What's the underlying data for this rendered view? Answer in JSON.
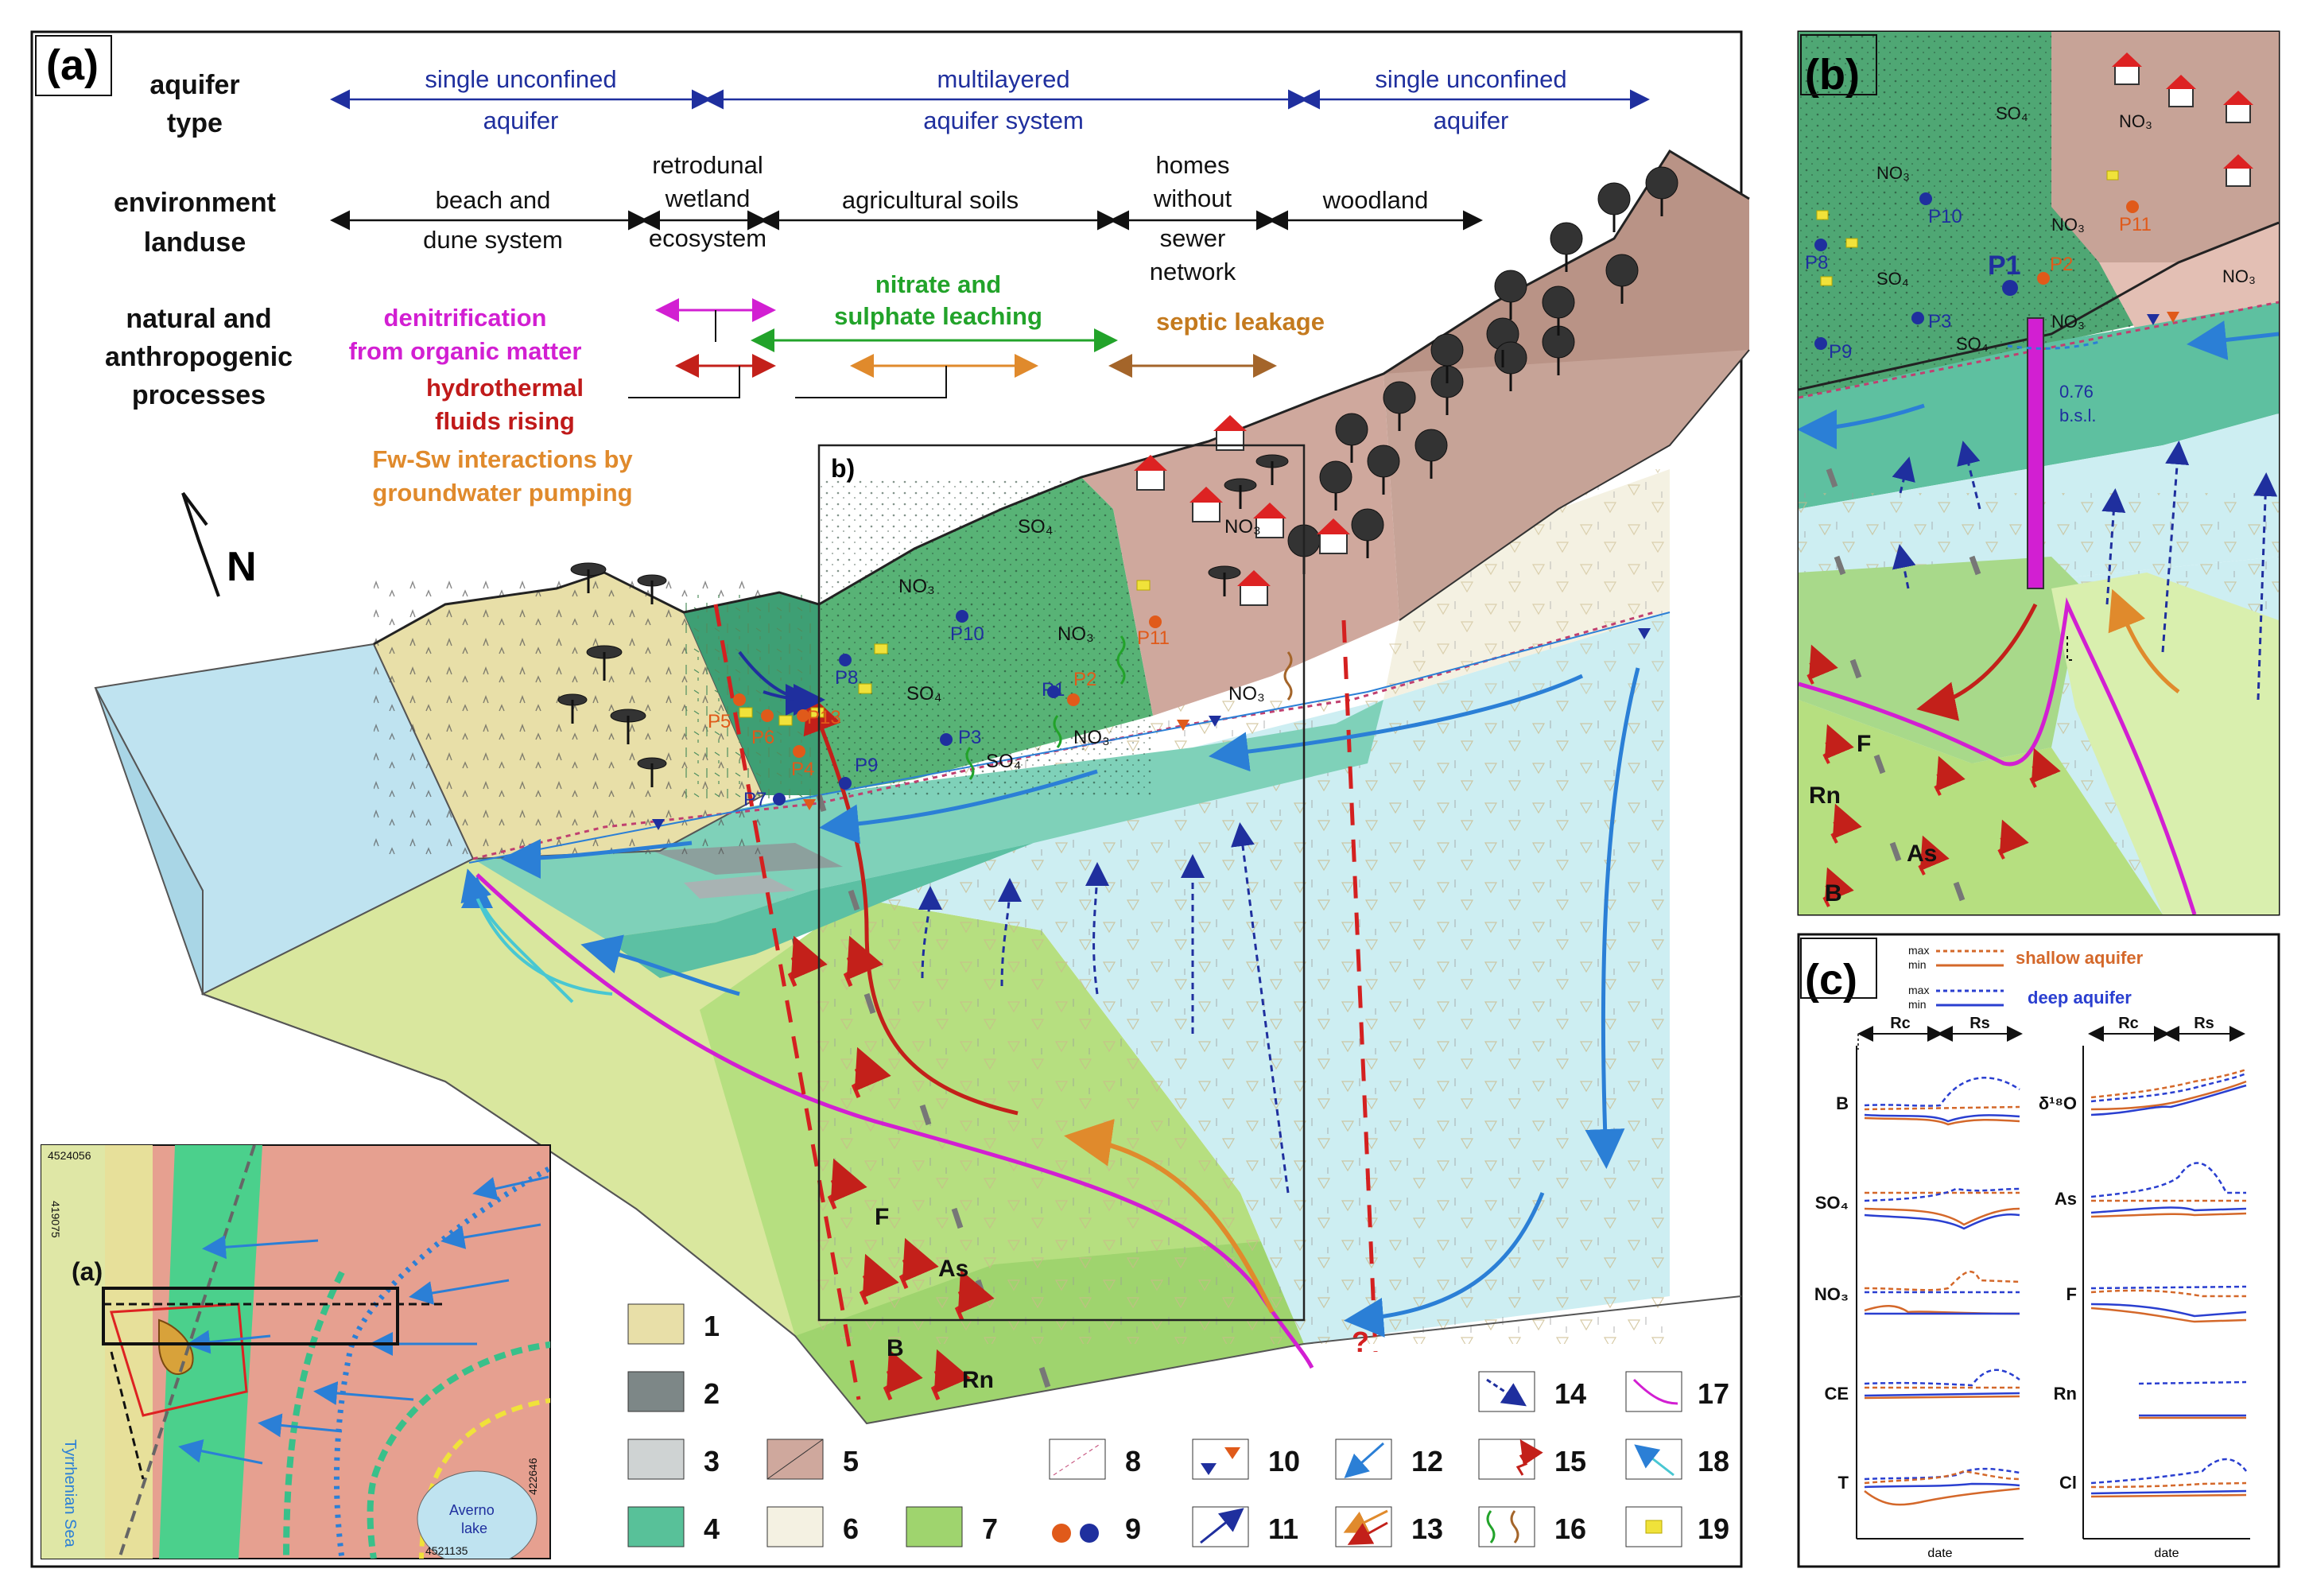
{
  "panel_a": {
    "label": "(a)",
    "rows": {
      "aquifer_type": {
        "line1": "aquifer",
        "line2": "type"
      },
      "environment": {
        "line1": "environment",
        "line2": "landuse"
      },
      "processes": {
        "line1": "natural and",
        "line2": "anthropogenic",
        "line3": "processes"
      }
    },
    "aquifer_segments": [
      {
        "line1": "single unconfined",
        "line2": "aquifer"
      },
      {
        "line1": "multilayered",
        "line2": "aquifer system"
      },
      {
        "line1": "single unconfined",
        "line2": "aquifer"
      }
    ],
    "environments": [
      {
        "line1": "beach and",
        "line2": "dune system"
      },
      {
        "line1": "retrodunal",
        "line2": "wetland",
        "line3": "ecosystem"
      },
      {
        "line1": "agricultural soils"
      },
      {
        "line1": "homes",
        "line2": "without",
        "line3": "sewer",
        "line4": "network"
      },
      {
        "line1": "woodland"
      }
    ],
    "processes": {
      "denitrification": {
        "line1": "denitrification",
        "line2": "from organic matter"
      },
      "hydrothermal": {
        "line1": "hydrothermal",
        "line2": "fluids rising"
      },
      "fwsw": {
        "line1": "Fw-Sw interactions by",
        "line2": "groundwater pumping"
      },
      "nitrate": {
        "line1": "nitrate and",
        "line2": "sulphate leaching"
      },
      "septic": "septic leakage"
    },
    "north": "N",
    "inset_box_label": "b)",
    "wells_blue": [
      "P1",
      "P3",
      "P7",
      "P8",
      "P9",
      "P10"
    ],
    "wells_red": [
      "P2",
      "P4",
      "P5",
      "P6",
      "P11",
      "P13"
    ],
    "chem_labels": {
      "no3": "NO₃",
      "so4": "SO₄"
    },
    "deep_labels": {
      "f": "F",
      "as": "As",
      "b": "B",
      "rn": "Rn"
    },
    "unknown_mark": "?"
  },
  "inset_map": {
    "label": "(a)",
    "sea": "Tyrrhenian Sea",
    "lake_line1": "Averno",
    "lake_line2": "lake",
    "coords": {
      "top": "4524056",
      "left": "419075",
      "bottom": "4521135",
      "right": "422646"
    }
  },
  "legend": {
    "items": [
      "1",
      "2",
      "3",
      "4",
      "5",
      "6",
      "7",
      "8",
      "9",
      "10",
      "11",
      "12",
      "13",
      "14",
      "15",
      "16",
      "17",
      "18",
      "19"
    ]
  },
  "panel_b": {
    "label": "(b)",
    "well_main": "P1",
    "well_p2": "P2",
    "wells": [
      "P3",
      "P8",
      "P9",
      "P10",
      "P11"
    ],
    "depth_line1": "0.76",
    "depth_line2": "b.s.l.",
    "deep_labels": {
      "f": "F",
      "rn": "Rn",
      "as": "As",
      "b": "B"
    }
  },
  "panel_c": {
    "label": "(c)",
    "legend": {
      "max": "max",
      "min": "min",
      "shallow": "shallow aquifer",
      "deep": "deep aquifer"
    },
    "period_rc": "Rc",
    "period_rs": "Rs",
    "date_label": "date",
    "left_params": [
      "B",
      "SO₄",
      "NO₃",
      "CE",
      "T"
    ],
    "right_params": [
      "δ¹⁸O",
      "As",
      "F",
      "Rn",
      "Cl"
    ]
  },
  "colors": {
    "blue_text": "#1f2f9e",
    "green_text": "#22a32a",
    "orange_text": "#c47a1e",
    "magenta_text": "#d21fd2",
    "red_text": "#c01a1a",
    "sea": "#bfe3f0",
    "dune": "#e8dfa8",
    "wetland": "#3e9f74",
    "agri": "#58b376",
    "homes": "#cfa89d",
    "wood": "#c6a397",
    "deep": "#b9e28a",
    "aquifer": "#7fd1b9",
    "light_aquifer": "#cdeef2",
    "shallow_orange": "#d4682a",
    "deep_blue": "#2a3fd0"
  }
}
